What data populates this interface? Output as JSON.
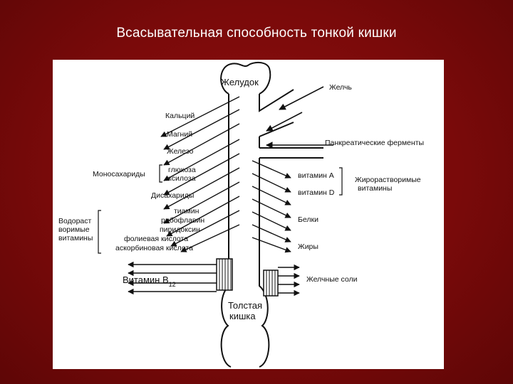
{
  "title": "Всасывательная способность тонкой кишки",
  "organs": {
    "stomach": "Желудок",
    "colon_line1": "Толстая",
    "colon_line2": "кишка"
  },
  "left_labels": {
    "calcium": "Кальций",
    "magnesium": "Магний",
    "iron": "Железо",
    "monosaccharides": "Моносахариды",
    "glucose": "глюкоза",
    "xylose": "ксилоза",
    "disaccharides": "Дисахариды",
    "water_soluble_line1": "Водораст",
    "water_soluble_line2": "воримые",
    "water_soluble_line3": "витамины",
    "thiamine": "тиамин",
    "riboflavin": "рибофлавин",
    "pyridoxine": "пиридоксин",
    "folic_acid": "фолиевая кислота",
    "ascorbic_acid": "аскорбиновая кислота",
    "vitamin_b12": "Витамин В",
    "vitamin_b12_sub": "12"
  },
  "right_labels": {
    "bile": "Желчь",
    "pancreatic_enzymes": "Панкреатические ферменты",
    "vitamin_a": "витамин А",
    "vitamin_d": "витамин D",
    "fat_soluble_line1": "Жирорастворимые",
    "fat_soluble_line2": "витамины",
    "proteins": "Белки",
    "fats": "Жиры",
    "bile_salts": "Желчные соли"
  }
}
